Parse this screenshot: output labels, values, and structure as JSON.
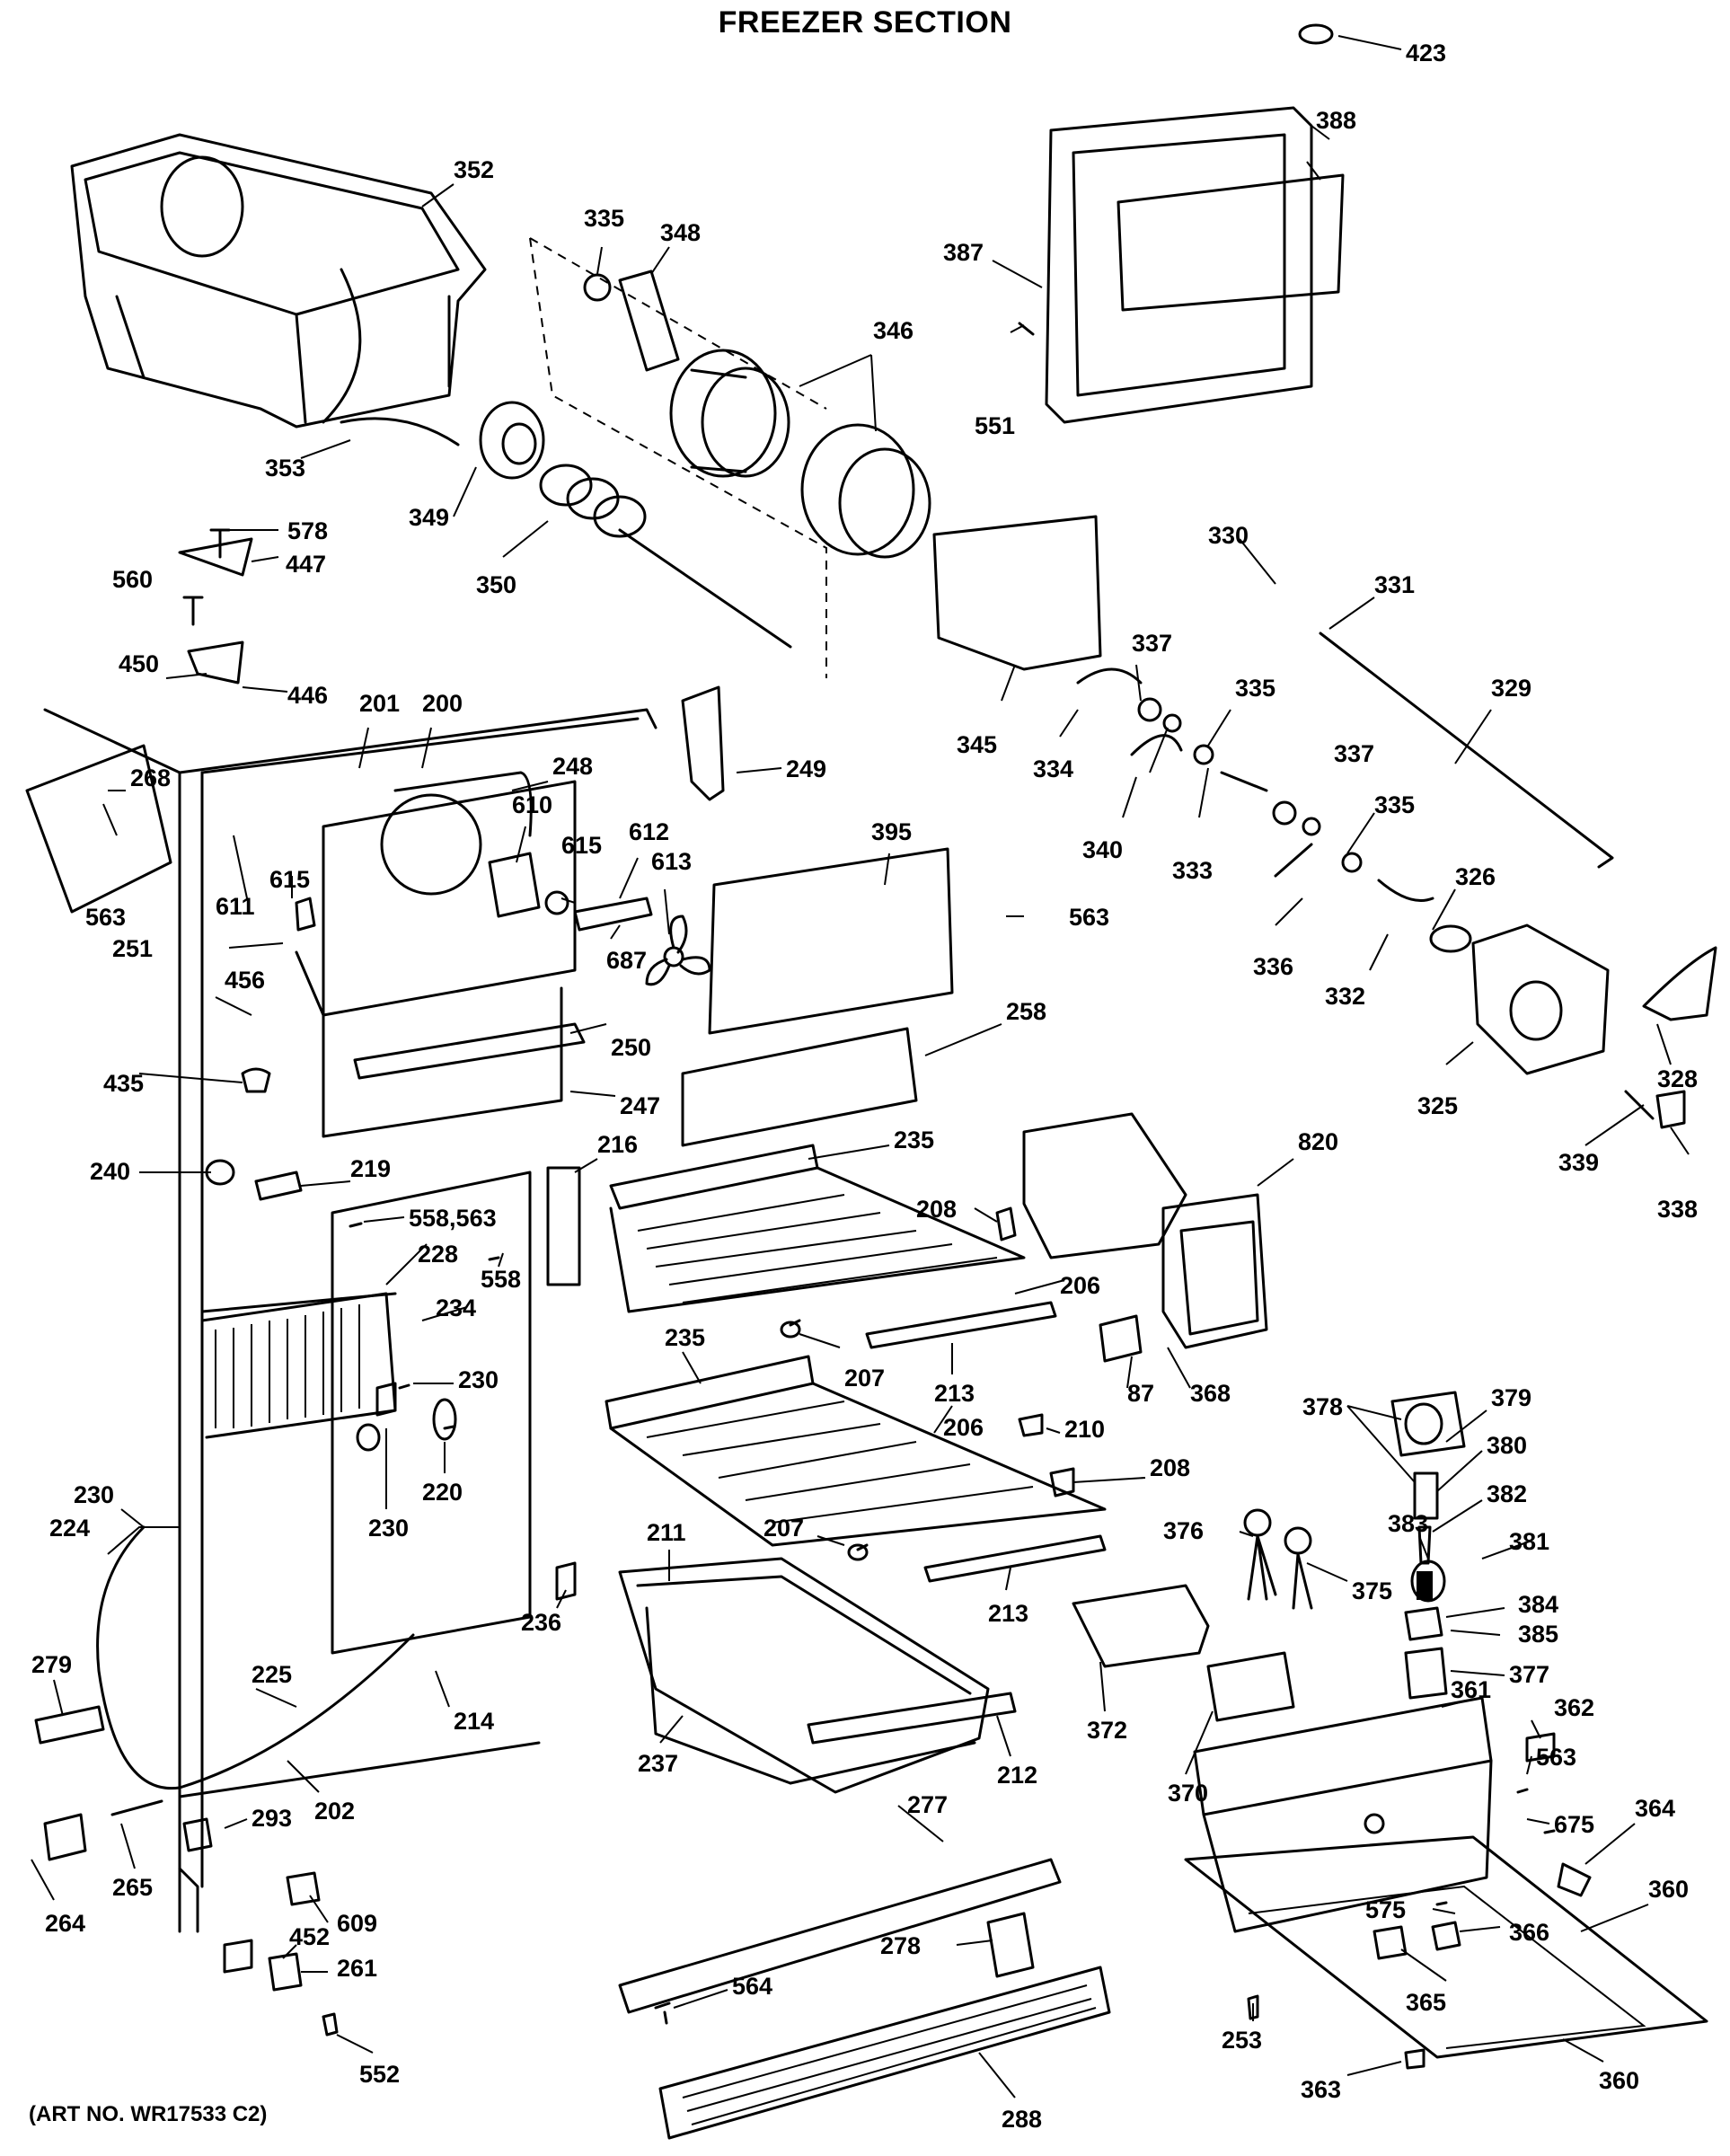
{
  "title": "FREEZER SECTION",
  "art_number": "(ART NO. WR17533 C2)",
  "callouts": [
    {
      "id": "c423",
      "label": "423"
    },
    {
      "id": "c388",
      "label": "388"
    },
    {
      "id": "c352",
      "label": "352"
    },
    {
      "id": "c335a",
      "label": "335"
    },
    {
      "id": "c348",
      "label": "348"
    },
    {
      "id": "c346",
      "label": "346"
    },
    {
      "id": "c387",
      "label": "387"
    },
    {
      "id": "c551",
      "label": "551"
    },
    {
      "id": "c353",
      "label": "353"
    },
    {
      "id": "c349",
      "label": "349"
    },
    {
      "id": "c578",
      "label": "578"
    },
    {
      "id": "c447",
      "label": "447"
    },
    {
      "id": "c560",
      "label": "560"
    },
    {
      "id": "c350",
      "label": "350"
    },
    {
      "id": "c330",
      "label": "330"
    },
    {
      "id": "c331",
      "label": "331"
    },
    {
      "id": "c450",
      "label": "450"
    },
    {
      "id": "c446",
      "label": "446"
    },
    {
      "id": "c201",
      "label": "201"
    },
    {
      "id": "c200",
      "label": "200"
    },
    {
      "id": "c337a",
      "label": "337"
    },
    {
      "id": "c329",
      "label": "329"
    },
    {
      "id": "c345",
      "label": "345"
    },
    {
      "id": "c334",
      "label": "334"
    },
    {
      "id": "c335b",
      "label": "335"
    },
    {
      "id": "c249",
      "label": "249"
    },
    {
      "id": "c268",
      "label": "268"
    },
    {
      "id": "c248",
      "label": "248"
    },
    {
      "id": "c610",
      "label": "610"
    },
    {
      "id": "c612",
      "label": "612"
    },
    {
      "id": "c395",
      "label": "395"
    },
    {
      "id": "c337b",
      "label": "337"
    },
    {
      "id": "c615a",
      "label": "615"
    },
    {
      "id": "c615b",
      "label": "615"
    },
    {
      "id": "c613",
      "label": "613"
    },
    {
      "id": "c340",
      "label": "340"
    },
    {
      "id": "c333",
      "label": "333"
    },
    {
      "id": "c335c",
      "label": "335"
    },
    {
      "id": "c611",
      "label": "611"
    },
    {
      "id": "c563a",
      "label": "563"
    },
    {
      "id": "c563b",
      "label": "563"
    },
    {
      "id": "c326",
      "label": "326"
    },
    {
      "id": "c251",
      "label": "251"
    },
    {
      "id": "c687",
      "label": "687"
    },
    {
      "id": "c336",
      "label": "336"
    },
    {
      "id": "c332",
      "label": "332"
    },
    {
      "id": "c456",
      "label": "456"
    },
    {
      "id": "c258",
      "label": "258"
    },
    {
      "id": "c250",
      "label": "250"
    },
    {
      "id": "c435",
      "label": "435"
    },
    {
      "id": "c247",
      "label": "247"
    },
    {
      "id": "c325",
      "label": "325"
    },
    {
      "id": "c328",
      "label": "328"
    },
    {
      "id": "c216",
      "label": "216"
    },
    {
      "id": "c235a",
      "label": "235"
    },
    {
      "id": "c820",
      "label": "820"
    },
    {
      "id": "c240",
      "label": "240"
    },
    {
      "id": "c219",
      "label": "219"
    },
    {
      "id": "c339",
      "label": "339"
    },
    {
      "id": "c558_563",
      "label": "558,563"
    },
    {
      "id": "c208a",
      "label": "208"
    },
    {
      "id": "c338",
      "label": "338"
    },
    {
      "id": "c228",
      "label": "228"
    },
    {
      "id": "c558",
      "label": "558"
    },
    {
      "id": "c206a",
      "label": "206"
    },
    {
      "id": "c234",
      "label": "234"
    },
    {
      "id": "c235b",
      "label": "235"
    },
    {
      "id": "c207a",
      "label": "207"
    },
    {
      "id": "c213a",
      "label": "213"
    },
    {
      "id": "c87",
      "label": "87"
    },
    {
      "id": "c368",
      "label": "368"
    },
    {
      "id": "c230a",
      "label": "230"
    },
    {
      "id": "c378",
      "label": "378"
    },
    {
      "id": "c379",
      "label": "379"
    },
    {
      "id": "c206b",
      "label": "206"
    },
    {
      "id": "c210",
      "label": "210"
    },
    {
      "id": "c380",
      "label": "380"
    },
    {
      "id": "c220",
      "label": "220"
    },
    {
      "id": "c208b",
      "label": "208"
    },
    {
      "id": "c230b",
      "label": "230"
    },
    {
      "id": "c230c",
      "label": "230"
    },
    {
      "id": "c224",
      "label": "224"
    },
    {
      "id": "c211",
      "label": "211"
    },
    {
      "id": "c382",
      "label": "382"
    },
    {
      "id": "c383",
      "label": "383"
    },
    {
      "id": "c376",
      "label": "376"
    },
    {
      "id": "c207b",
      "label": "207"
    },
    {
      "id": "c381",
      "label": "381"
    },
    {
      "id": "c375",
      "label": "375"
    },
    {
      "id": "c213b",
      "label": "213"
    },
    {
      "id": "c384",
      "label": "384"
    },
    {
      "id": "c385",
      "label": "385"
    },
    {
      "id": "c236",
      "label": "236"
    },
    {
      "id": "c279",
      "label": "279"
    },
    {
      "id": "c377",
      "label": "377"
    },
    {
      "id": "c225",
      "label": "225"
    },
    {
      "id": "c214",
      "label": "214"
    },
    {
      "id": "c361",
      "label": "361"
    },
    {
      "id": "c372",
      "label": "372"
    },
    {
      "id": "c362",
      "label": "362"
    },
    {
      "id": "c237",
      "label": "237"
    },
    {
      "id": "c212",
      "label": "212"
    },
    {
      "id": "c563c",
      "label": "563"
    },
    {
      "id": "c202",
      "label": "202"
    },
    {
      "id": "c370",
      "label": "370"
    },
    {
      "id": "c277",
      "label": "277"
    },
    {
      "id": "c293",
      "label": "293"
    },
    {
      "id": "c675",
      "label": "675"
    },
    {
      "id": "c364",
      "label": "364"
    },
    {
      "id": "c265",
      "label": "265"
    },
    {
      "id": "c360a",
      "label": "360"
    },
    {
      "id": "c609",
      "label": "609"
    },
    {
      "id": "c264",
      "label": "264"
    },
    {
      "id": "c575",
      "label": "575"
    },
    {
      "id": "c452",
      "label": "452"
    },
    {
      "id": "c278",
      "label": "278"
    },
    {
      "id": "c366",
      "label": "366"
    },
    {
      "id": "c261",
      "label": "261"
    },
    {
      "id": "c564",
      "label": "564"
    },
    {
      "id": "c253",
      "label": "253"
    },
    {
      "id": "c365",
      "label": "365"
    },
    {
      "id": "c552",
      "label": "552"
    },
    {
      "id": "c288",
      "label": "288"
    },
    {
      "id": "c363",
      "label": "363"
    },
    {
      "id": "c360b",
      "label": "360"
    }
  ]
}
